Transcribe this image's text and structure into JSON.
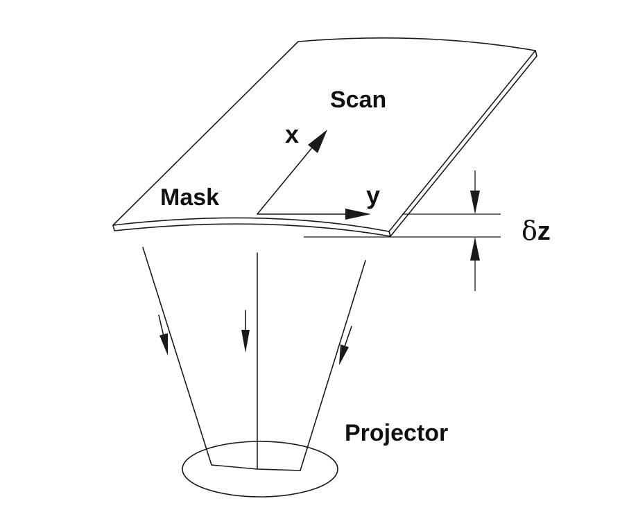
{
  "labels": {
    "scan": "Scan",
    "x_axis": "x",
    "y_axis": "y",
    "mask": "Mask",
    "delta_symbol": "δ",
    "delta_var": "z",
    "projector": "Projector"
  },
  "colors": {
    "line": "#1a1a1a",
    "background": "#ffffff"
  }
}
